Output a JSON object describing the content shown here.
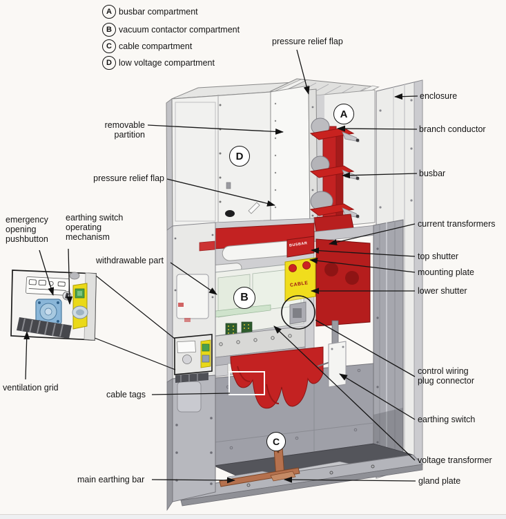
{
  "legend": {
    "items": [
      {
        "key": "A",
        "label": "busbar compartment"
      },
      {
        "key": "B",
        "label": "vacuum contactor compartment"
      },
      {
        "key": "C",
        "label": "cable compartment"
      },
      {
        "key": "D",
        "label": "low voltage compartment"
      }
    ]
  },
  "markers": {
    "a": "A",
    "b": "B",
    "c": "C",
    "d": "D"
  },
  "callouts": {
    "pressure_relief_flap_top": "pressure relief flap",
    "enclosure": "enclosure",
    "branch_conductor": "branch conductor",
    "busbar": "busbar",
    "current_transformers": "current transformers",
    "top_shutter": "top shutter",
    "mounting_plate": "mounting plate",
    "lower_shutter": "lower shutter",
    "control_wiring_plug_connector": "control wiring\nplug connector",
    "earthing_switch": "earthing switch",
    "voltage_transformer": "voltage transformer",
    "gland_plate": "gland plate",
    "removable_partition": "removable\npartition",
    "pressure_relief_flap_left": "pressure relief flap",
    "emergency_opening_pushbutton": "emergency\nopening\npushbutton",
    "earthing_switch_operating_mechanism": "earthing switch\noperating\nmechanism",
    "withdrawable_part": "withdrawable part",
    "ventilation_grid": "ventilation grid",
    "cable_tags": "cable tags",
    "main_earthing_bar": "main earthing bar"
  },
  "plates": {
    "top_shutter_text": "BUSBAR",
    "lower_shutter_text": "CABLE"
  },
  "colors": {
    "red": "#c32222",
    "dark_red": "#8e1616",
    "yellow": "#f0dd1d",
    "copper": "#b5714e",
    "panel_light": "#f1f1ef",
    "wall_gray": "#9fa0a8",
    "inset_blue": "#8ab6d8",
    "line_black": "#151515"
  }
}
